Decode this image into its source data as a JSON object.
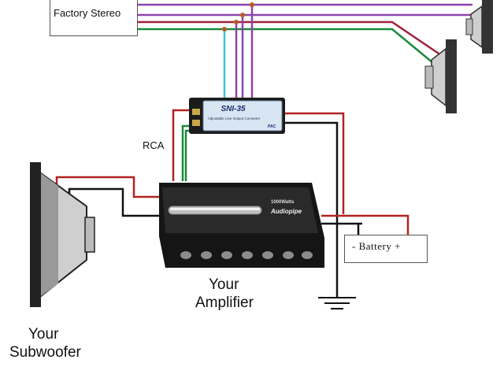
{
  "factory_stereo": {
    "label": "Factory Stereo"
  },
  "converter": {
    "model": "SNI-35",
    "subtitle": "Adjustable Line Output Converter",
    "brand": "PAC"
  },
  "rca": {
    "label": "RCA"
  },
  "amplifier": {
    "label_line1": "Your",
    "label_line2": "Amplifier",
    "wattage": "1000Watts",
    "brand": "Audiopipe"
  },
  "subwoofer": {
    "label_line1": "Your",
    "label_line2": "Subwoofer"
  },
  "battery": {
    "label": "- Battery +"
  },
  "colors": {
    "wire_purple": "#8e44ad",
    "wire_red": "#b22222",
    "wire_crimson": "#a0203a",
    "wire_green": "#1a8a3a",
    "wire_cyan": "#3cc8c8",
    "wire_black": "#111111",
    "junction": "#b85c1f"
  }
}
